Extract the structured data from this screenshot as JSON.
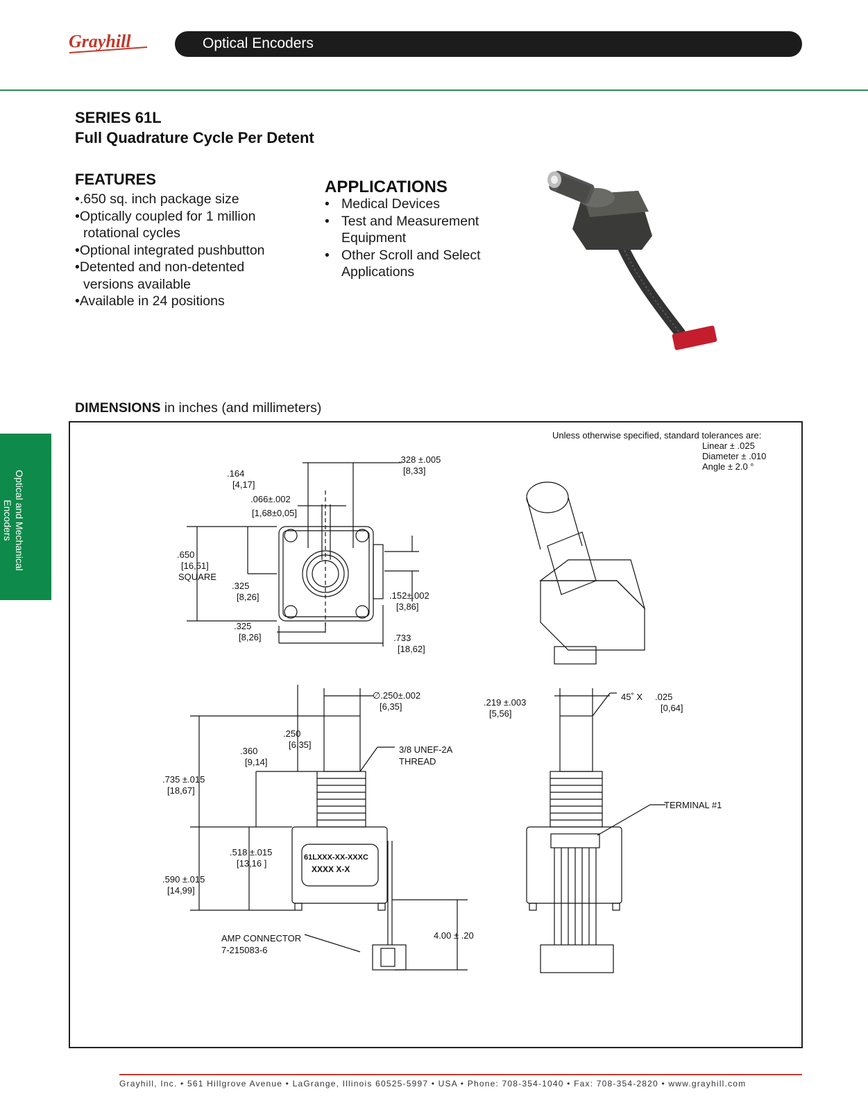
{
  "header": {
    "logo_text": "Grayhill",
    "banner": "Optical Encoders"
  },
  "side_tab": "Optical and Mechanical Encoders",
  "title": {
    "series": "SERIES 61L",
    "subtitle": "Full Quadrature Cycle Per Detent"
  },
  "features": {
    "heading": "FEATURES",
    "items": [
      ".650 sq. inch package size",
      "Optically coupled for 1 million rotational cycles",
      "Optional integrated pushbutton",
      "Detented and non-detented versions available",
      "Available in 24 positions"
    ]
  },
  "applications": {
    "heading": "APPLICATIONS",
    "items": [
      "Medical Devices",
      "Test and Measurement Equipment",
      "Other Scroll and Select Applications"
    ]
  },
  "dimensions": {
    "heading_bold": "DIMENSIONS",
    "heading_rest": " in inches (and millimeters)",
    "tolerances": {
      "intro": "Unless otherwise specified, standard tolerances are:",
      "linear": "Linear ± .025",
      "diameter": "Diameter ± .010",
      "angle": "Angle ± 2.0 °"
    },
    "labels": {
      "d328": ".328 ±.005",
      "d328mm": "[8,33]",
      "d164": ".164",
      "d164mm": "[4,17]",
      "d066": ".066±.002",
      "d066mm": "[1,68±0,05]",
      "d650": ".650",
      "d650mm": "[16,51]",
      "square": "SQUARE",
      "d325a": ".325",
      "d325amm": "[8,26]",
      "d152": ".152±.002",
      "d152mm": "[3,86]",
      "d325b": ".325",
      "d325bmm": "[8,26]",
      "d733": ".733",
      "d733mm": "[18,62]",
      "d250dia": "∅.250±.002",
      "d250diamm": "[6,35]",
      "d250": ".250",
      "d250mm": "[6,35]",
      "d360": ".360",
      "d360mm": "[9,14]",
      "thread1": "3/8 UNEF-2A",
      "thread2": "THREAD",
      "d735": ".735  ±.015",
      "d735mm": "[18,67]",
      "d518": ".518  ±.015",
      "d518mm": "[13,16 ]",
      "d590": ".590  ±.015",
      "d590mm": "[14,99]",
      "part1": "61LXXX-XX-XXXC",
      "part2": "XXXX    X-X",
      "amp1": "AMP CONNECTOR",
      "amp2": "7-215083-6",
      "d400": "4.00 ± .20",
      "d219": ".219  ±.003",
      "d219mm": "[5,56]",
      "chamfer": "45˚ X",
      "d025": ".025",
      "d025mm": "[0,64]",
      "terminal": "TERMINAL #1"
    }
  },
  "footer": "Grayhill, Inc. • 561 Hillgrove Avenue • LaGrange, Illinois  60525-5997 • USA • Phone: 708-354-1040 • Fax: 708-354-2820 • www.grayhill.com",
  "colors": {
    "green": "#0e8a4a",
    "red": "#c0392b",
    "banner": "#1c1c1c"
  }
}
